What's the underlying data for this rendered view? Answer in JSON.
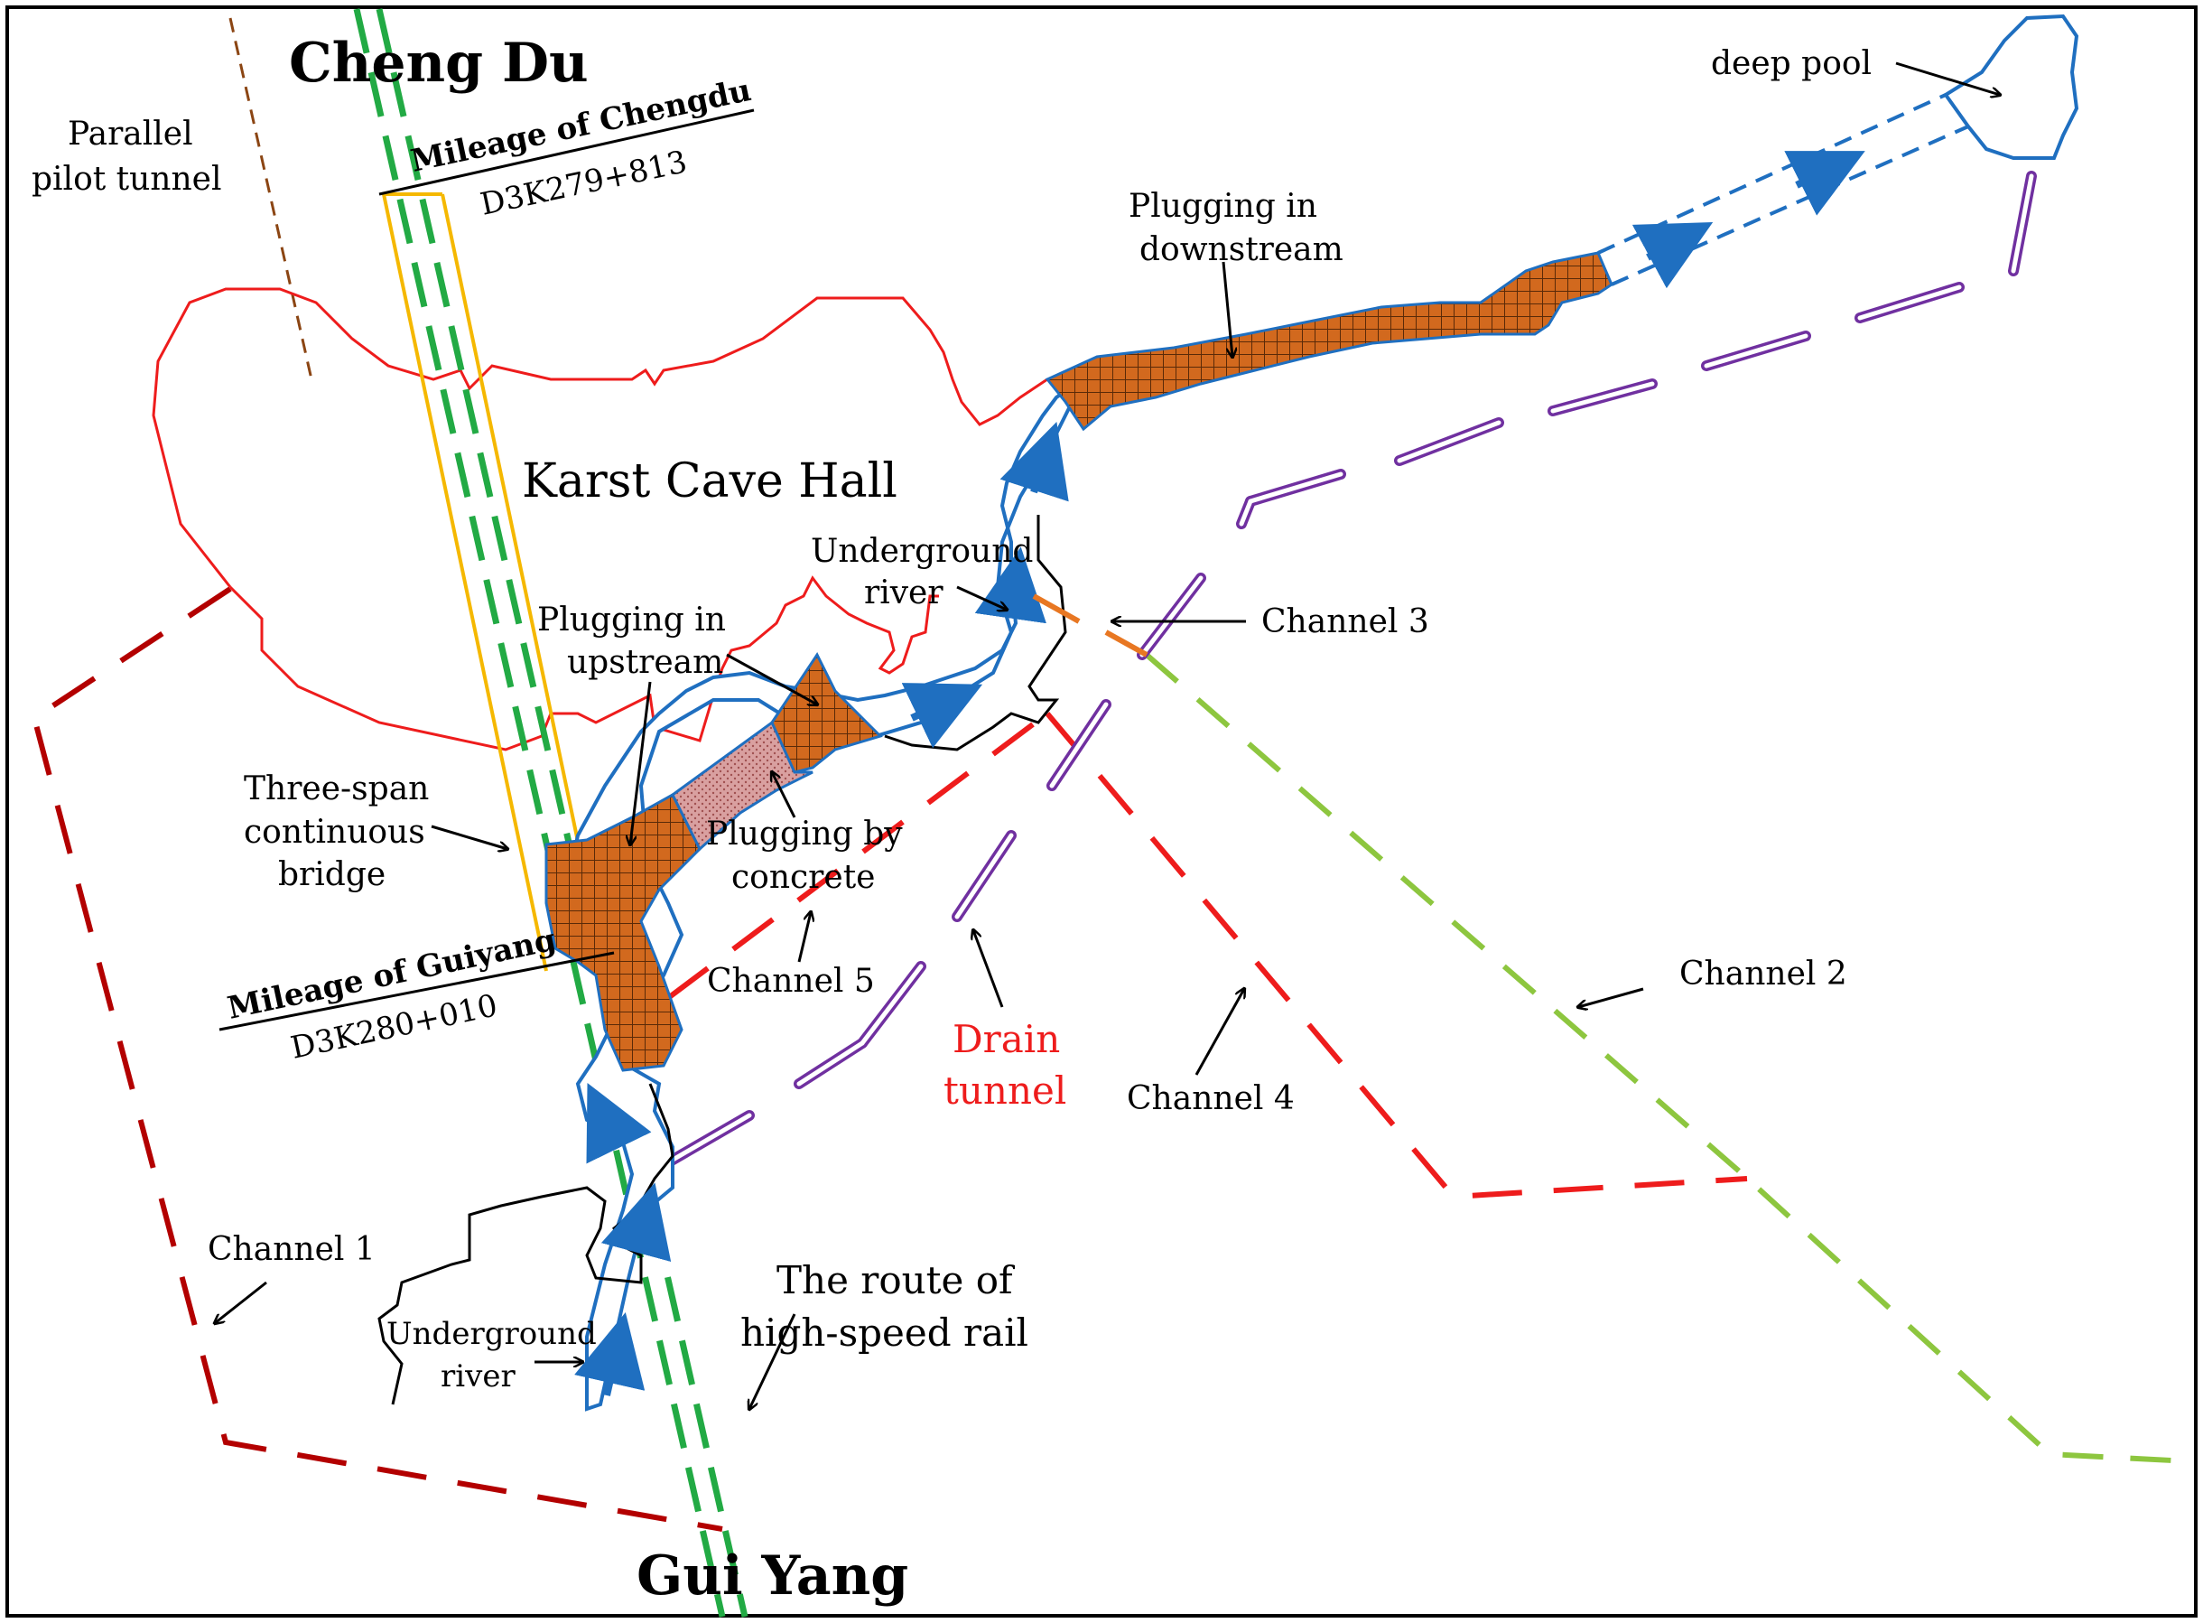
{
  "title_top": "Cheng Du",
  "title_bottom": "Gui Yang",
  "labels": {
    "parallel_pilot_tunnel_l1": "Parallel",
    "parallel_pilot_tunnel_l2": "pilot tunnel",
    "mileage_chengdu_title": "Mileage of Chengdu",
    "mileage_chengdu_value": "D3K279+813",
    "mileage_guiyang_title": "Mileage of Guiyang",
    "mileage_guiyang_value": "D3K280+010",
    "karst_cave_hall": "Karst Cave Hall",
    "deep_pool": "deep pool",
    "plugging_downstream_l1": "Plugging in",
    "plugging_downstream_l2": "downstream",
    "underground_river_upper_l1": "Underground",
    "underground_river_upper_l2": "river",
    "channel_3": "Channel 3",
    "plugging_upstream_l1": "Plugging in",
    "plugging_upstream_l2": "upstream",
    "three_span_l1": "Three-span",
    "three_span_l2": "continuous",
    "three_span_l3": "bridge",
    "plugging_concrete_l1": "Plugging by",
    "plugging_concrete_l2": "concrete",
    "channel_5": "Channel 5",
    "channel_2": "Channel 2",
    "drain_tunnel_l1": "Drain",
    "drain_tunnel_l2": "tunnel",
    "channel_4": "Channel 4",
    "channel_1": "Channel 1",
    "underground_river_lower_l1": "Underground",
    "underground_river_lower_l2": "river",
    "route_l1": "The route of",
    "route_l2": "high-speed rail"
  },
  "colors": {
    "cave_outline": "#ee1c1c",
    "river": "#1f6fc0",
    "plug_fill": "#d2691e",
    "concrete_fill": "#d9a0a0",
    "channel1": "#b30000",
    "channel2": "#8dc63f",
    "channel4_drain": "#ee1c1c",
    "channel5": "#7030a0",
    "rail": "#22aa44",
    "bridge": "#f5b800",
    "pilot_tunnel": "#8b4513",
    "channel3": "#e87722",
    "drain_label": "#ee1c1c"
  }
}
